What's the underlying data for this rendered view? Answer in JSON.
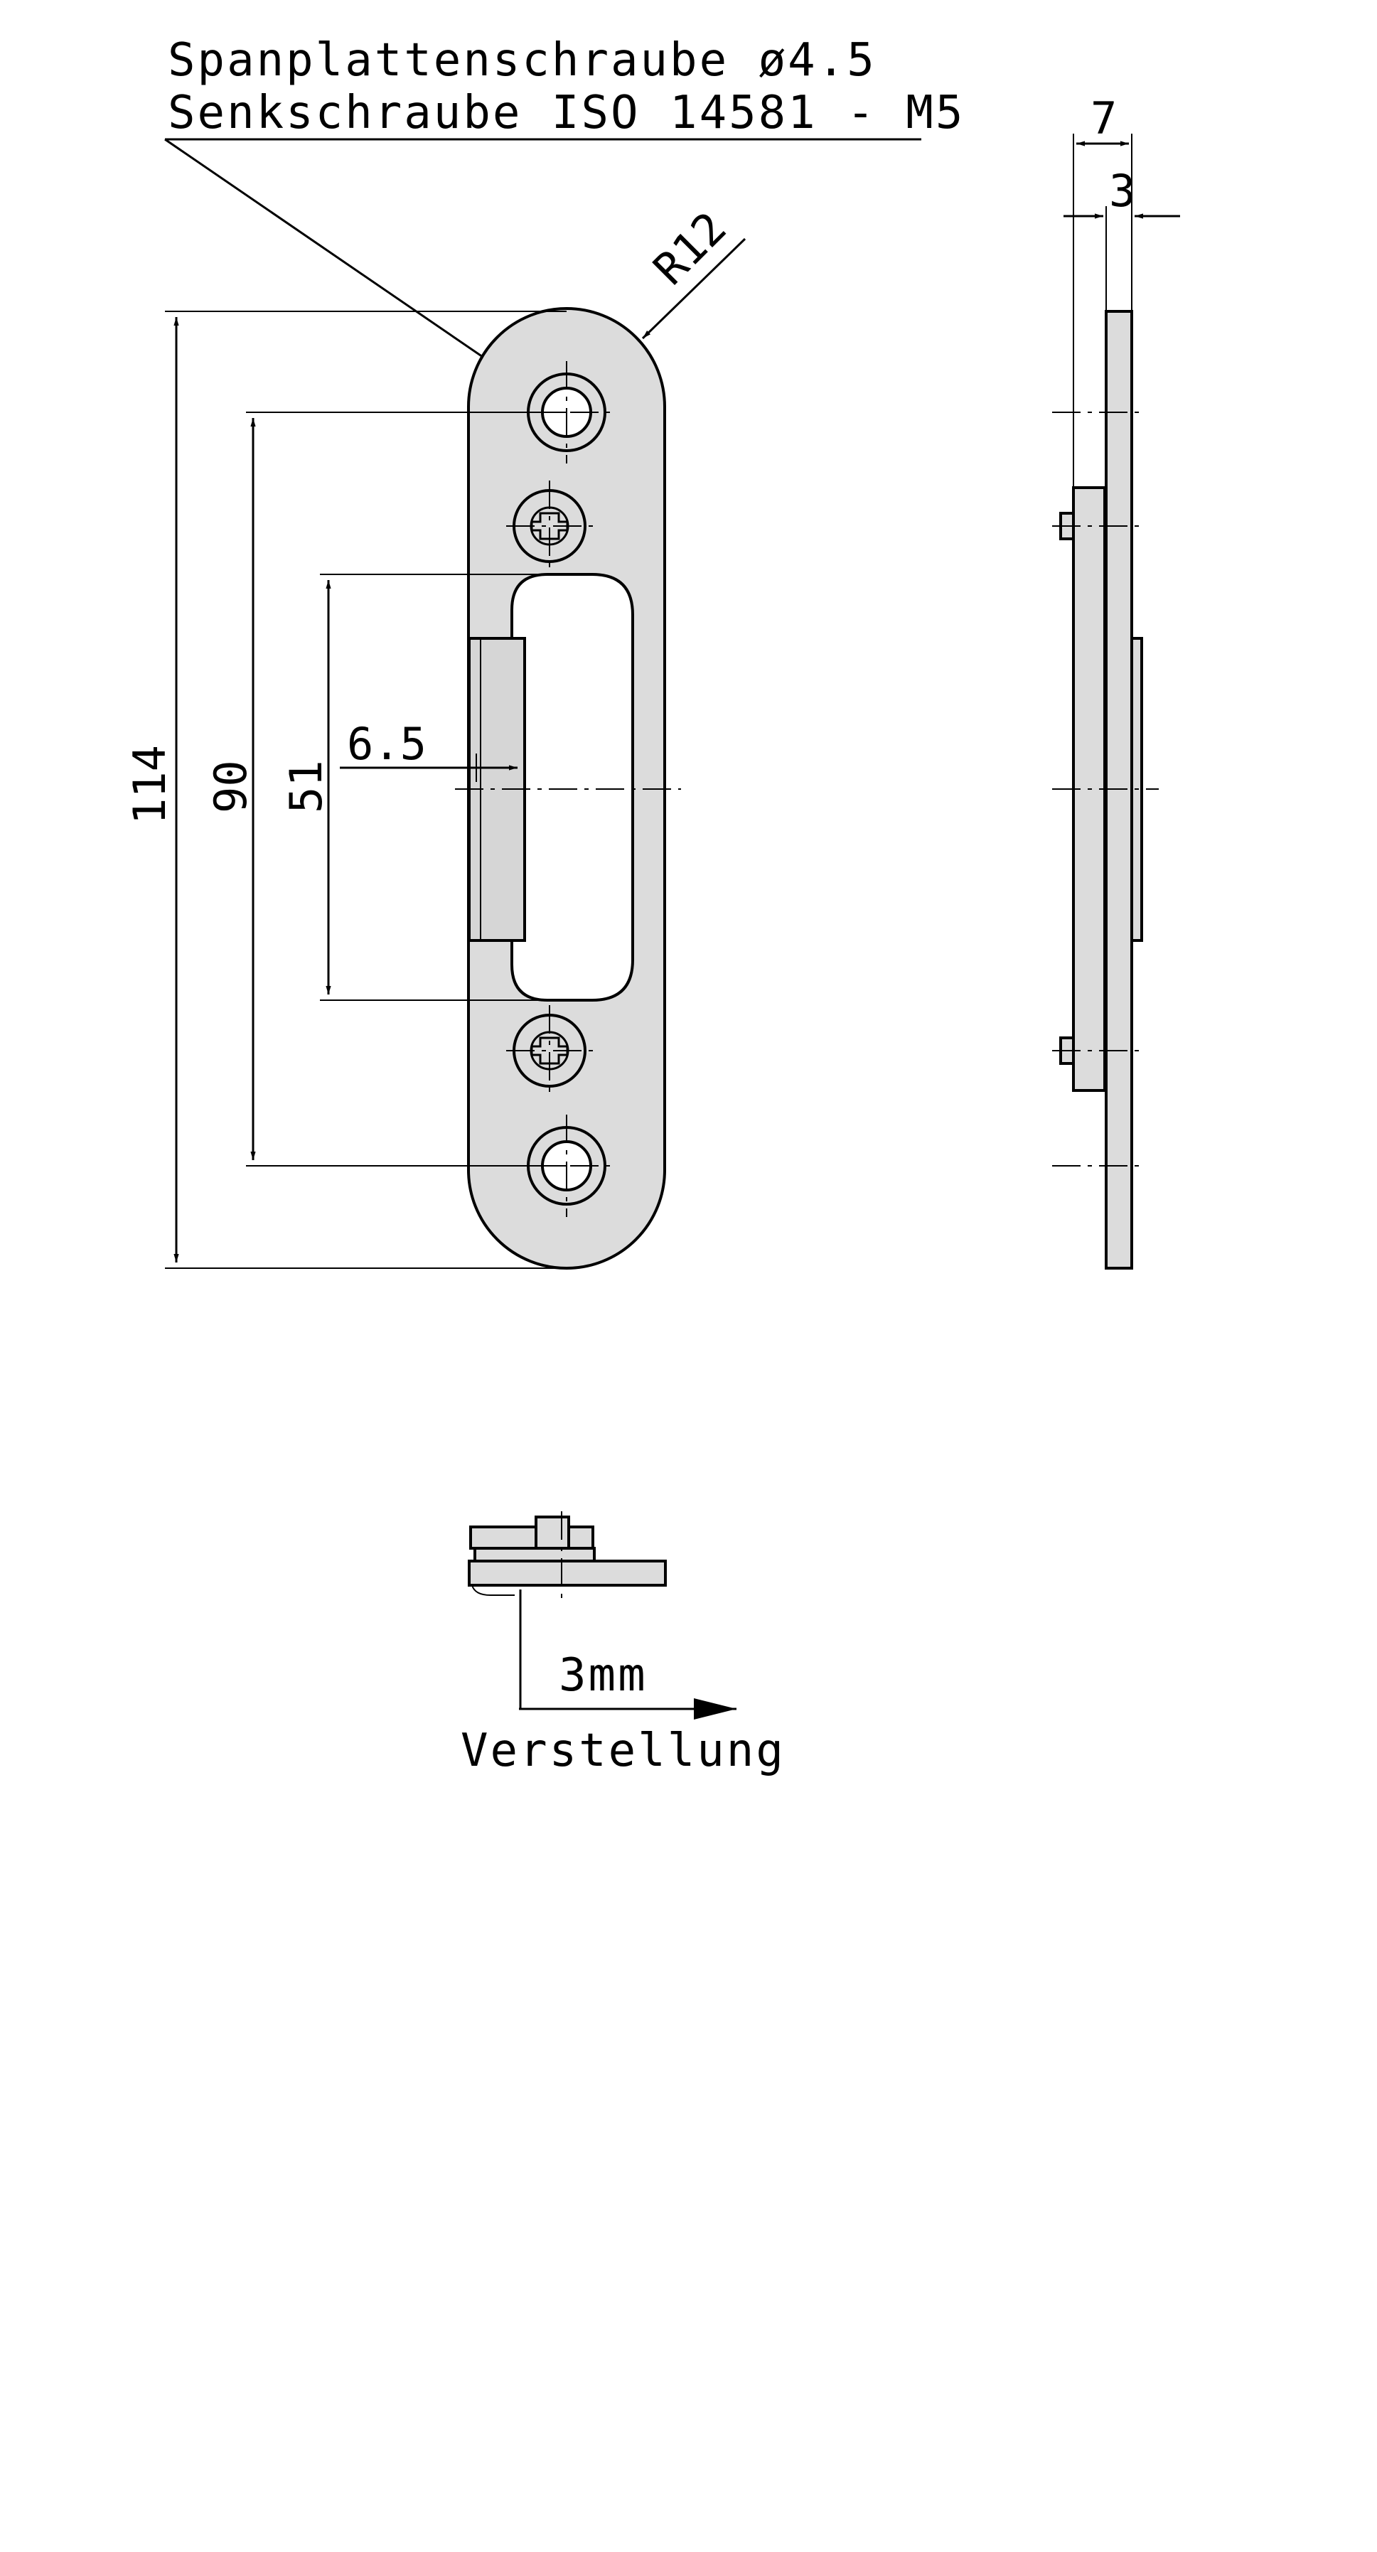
{
  "notes": {
    "screw_line1": "Spanplattenschraube ø4.5",
    "screw_line2": "Senkschraube ISO 14581 - M5"
  },
  "dimensions": {
    "radius": "R12",
    "overall_height": "114",
    "hole_spacing": "90",
    "slot_height": "51",
    "offset": "6.5",
    "side_total": "7",
    "side_plate": "3"
  },
  "adjustment": {
    "amount": "3mm",
    "label": "Verstellung"
  },
  "colors": {
    "part_fill": "#dcdcdc",
    "line": "#000000"
  }
}
